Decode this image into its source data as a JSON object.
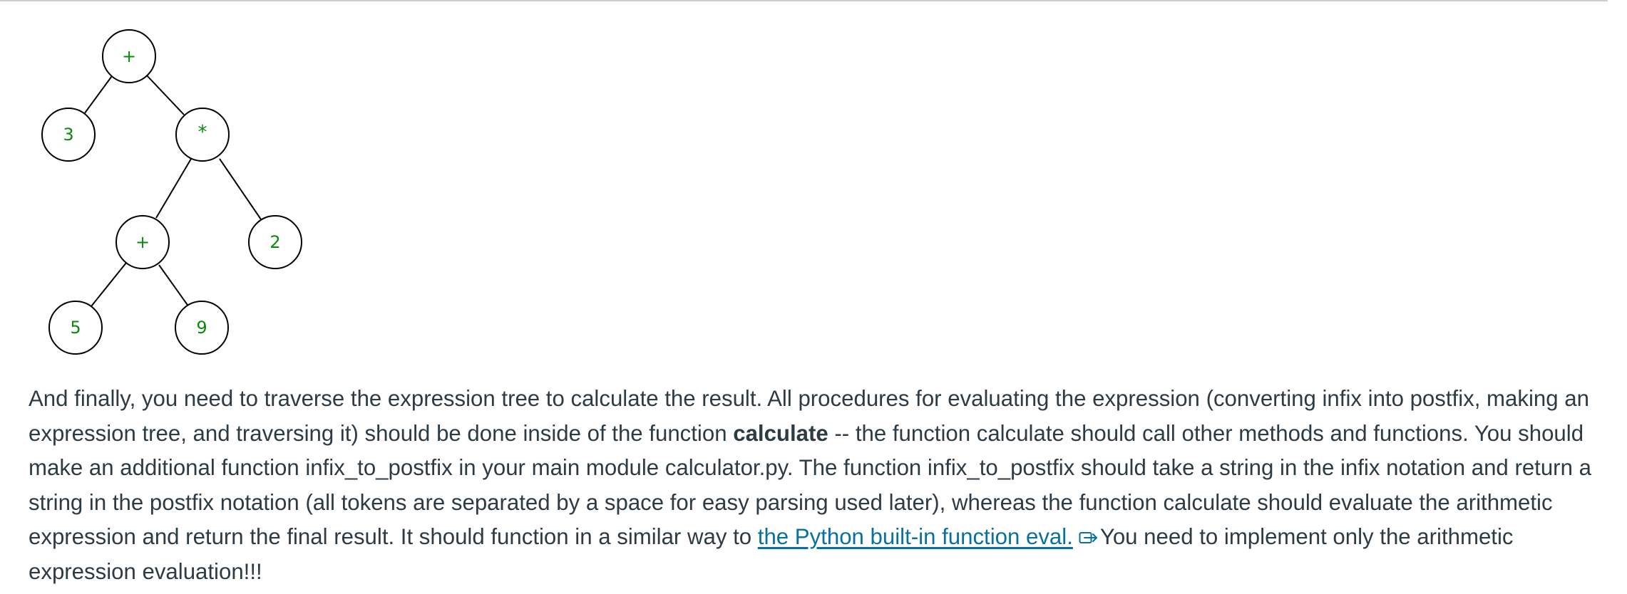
{
  "tree": {
    "nodes": [
      {
        "id": "root",
        "label": "+"
      },
      {
        "id": "n3",
        "label": "3"
      },
      {
        "id": "mul",
        "label": "*"
      },
      {
        "id": "plus2",
        "label": "+"
      },
      {
        "id": "n2",
        "label": "2"
      },
      {
        "id": "n5",
        "label": "5"
      },
      {
        "id": "n9",
        "label": "9"
      }
    ],
    "edges": [
      [
        "root",
        "n3"
      ],
      [
        "root",
        "mul"
      ],
      [
        "mul",
        "plus2"
      ],
      [
        "mul",
        "n2"
      ],
      [
        "plus2",
        "n5"
      ],
      [
        "plus2",
        "n9"
      ]
    ],
    "label_color": "#0a8a0a"
  },
  "paragraph": {
    "part1": "And finally, you need to traverse the expression tree to calculate the result. All procedures for evaluating the expression (converting infix into postfix, making an expression tree, and traversing it) should be done inside of the function ",
    "bold": "calculate",
    "part2": " -- the function calculate should call other methods and functions. You should make an additional function infix_to_postfix in your main module calculator.py. The function infix_to_postfix should take a string in the infix notation and return a string in the postfix notation (all tokens are separated by a space for easy parsing used later), whereas the function calculate should evaluate the arithmetic expression and return the final result. It should function in a similar way to ",
    "link": "the Python built-in function eval.",
    "link_icon": "external-link-icon",
    "part3": "You need to implement only the arithmetic expression evaluation!!!"
  },
  "colors": {
    "text": "#2d3b45",
    "link": "#0770a3",
    "node_label": "#0a8a0a"
  }
}
